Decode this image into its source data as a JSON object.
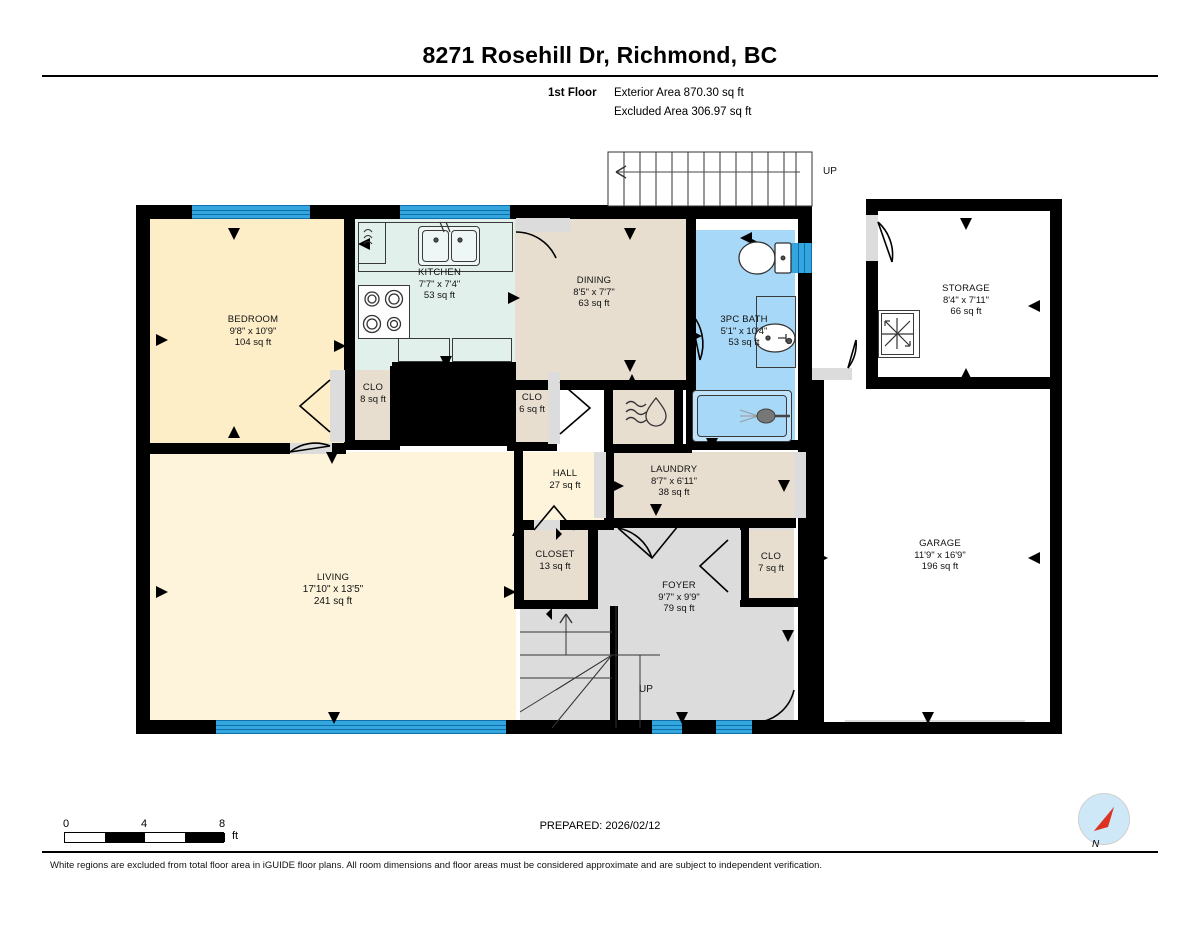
{
  "header": {
    "title": "8271 Rosehill Dr, Richmond, BC",
    "floor_label": "1st Floor",
    "exterior_area": "Exterior Area 870.30 sq ft",
    "excluded_area": "Excluded Area 306.97 sq ft"
  },
  "rooms": [
    {
      "name": "BEDROOM",
      "dims": "9'8\" x 10'9\"",
      "area": "104 sq ft"
    },
    {
      "name": "KITCHEN",
      "dims": "7'7\" x 7'4\"",
      "area": "53 sq ft"
    },
    {
      "name": "DINING",
      "dims": "8'5\" x 7'7\"",
      "area": "63 sq ft"
    },
    {
      "name": "3PC BATH",
      "dims": "5'1\" x 10'4\"",
      "area": "53 sq ft"
    },
    {
      "name": "CLO",
      "dims": "",
      "area": "8 sq ft"
    },
    {
      "name": "CLO",
      "dims": "",
      "area": "6 sq ft"
    },
    {
      "name": "HALL",
      "dims": "",
      "area": "27 sq ft"
    },
    {
      "name": "LAUNDRY",
      "dims": "8'7\" x 6'11\"",
      "area": "38 sq ft"
    },
    {
      "name": "CLOSET",
      "dims": "",
      "area": "13 sq ft"
    },
    {
      "name": "FOYER",
      "dims": "9'7\" x 9'9\"",
      "area": "79 sq ft"
    },
    {
      "name": "CLO",
      "dims": "",
      "area": "7 sq ft"
    },
    {
      "name": "LIVING",
      "dims": "17'10\" x 13'5\"",
      "area": "241 sq ft"
    },
    {
      "name": "STORAGE",
      "dims": "8'4\" x 7'11\"",
      "area": "66 sq ft"
    },
    {
      "name": "GARAGE",
      "dims": "11'9\" x 16'9\"",
      "area": "196 sq ft"
    }
  ],
  "stairs": {
    "top_label": "UP",
    "bottom_label": "UP"
  },
  "scale": {
    "ticks": [
      "0",
      "4",
      "8"
    ],
    "unit": "ft"
  },
  "footer": {
    "prepared": "PREPARED: 2026/02/12",
    "disclaimer": "White regions are excluded from total floor area in iGUIDE floor plans. All room dimensions and floor areas must be considered approximate and are subject to independent verification.",
    "compass_label": "N"
  },
  "colors": {
    "window": "#33a6e0",
    "bath": "#a8d8f7",
    "kitchen": "#e2f0ec",
    "bedroom": "#fdeec8",
    "living": "#fdf4db",
    "dining": "#e8ded0",
    "foyer": "#dcdcdc",
    "compass_needle": "#e03020"
  }
}
